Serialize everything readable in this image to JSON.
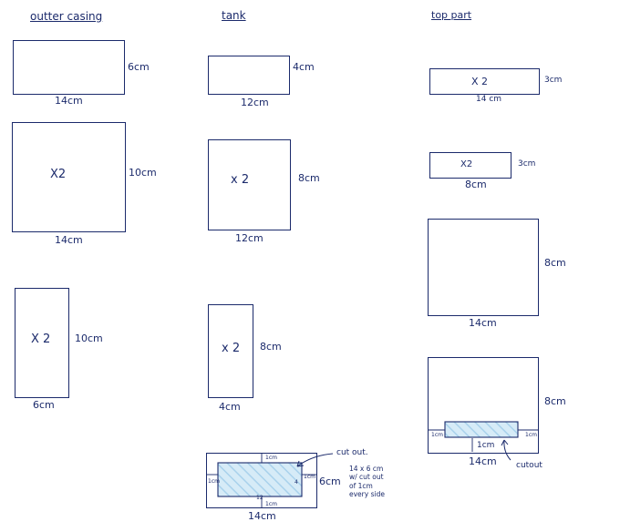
{
  "columns": {
    "outer_casing": {
      "title": "outter casing",
      "pieces": [
        {
          "width": "14cm",
          "height": "6cm",
          "count": ""
        },
        {
          "width": "14cm",
          "height": "10cm",
          "count": "X2"
        },
        {
          "width": "6cm",
          "height": "10cm",
          "count": "X 2"
        }
      ]
    },
    "tank": {
      "title": "tank",
      "pieces": [
        {
          "width": "12cm",
          "height": "4cm",
          "count": ""
        },
        {
          "width": "12cm",
          "height": "8cm",
          "count": "x 2"
        },
        {
          "width": "4cm",
          "height": "8cm",
          "count": "x 2"
        }
      ],
      "cutout_piece": {
        "width": "14cm",
        "height": "6cm",
        "margin_top": "1cm",
        "margin_bottom": "1cm",
        "margin_left": "1cm",
        "margin_right": "1cm",
        "inner_width": "12",
        "inner_height": "4",
        "arrow_label": "cut out.",
        "note": "14 x 6 cm\nw/ cut out\nof 1cm\nevery side"
      }
    },
    "top_part": {
      "title": "top part",
      "pieces": [
        {
          "width": "14 cm",
          "height": "3cm",
          "count": "X 2"
        },
        {
          "width": "8cm",
          "height": "3cm",
          "count": "X2"
        },
        {
          "width": "14cm",
          "height": "8cm",
          "count": ""
        }
      ],
      "cutout_piece": {
        "width": "14cm",
        "height": "8cm",
        "margin_left": "1cm",
        "margin_right": "1cm",
        "margin_bottom": "1cm",
        "arrow_label": "cutout"
      }
    }
  }
}
